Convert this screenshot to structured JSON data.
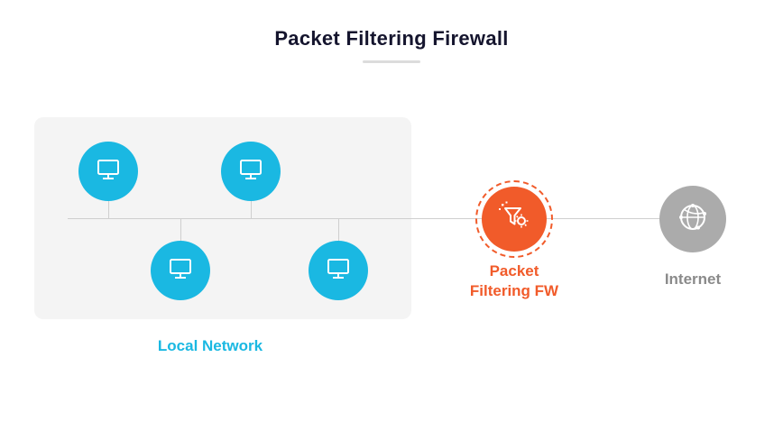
{
  "title": "Packet Filtering Firewall",
  "groups": {
    "local_network": {
      "label": "Local Network",
      "computer_count": 4
    },
    "firewall": {
      "label": "Packet Filtering FW"
    },
    "internet": {
      "label": "Internet"
    }
  },
  "icons": {
    "computer": "monitor-icon",
    "firewall": "funnel-gear-icon",
    "internet": "globe-network-icon"
  },
  "colors": {
    "node_cyan": "#1ab8e2",
    "firewall_orange": "#f15b2a",
    "internet_gray": "#ababab",
    "title_dark": "#15152e",
    "line_gray": "#cfcfcf",
    "box_gray": "#f4f4f4"
  }
}
